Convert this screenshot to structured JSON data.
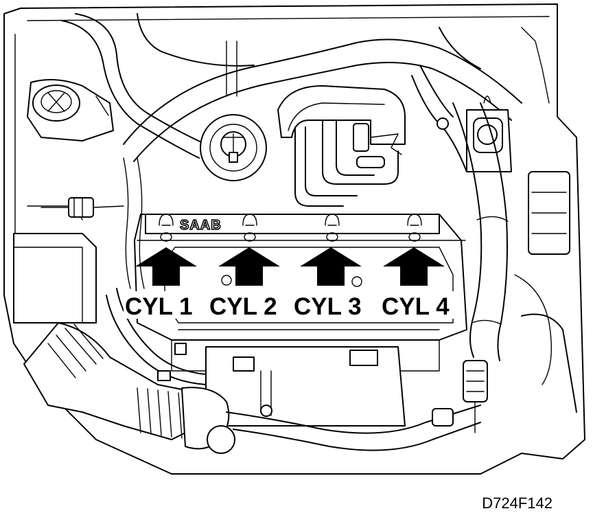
{
  "brand_label": "SAAB",
  "figure_code": "D724F142",
  "cylinders": [
    {
      "label": "CYL 1"
    },
    {
      "label": "CYL 2"
    },
    {
      "label": "CYL 3"
    },
    {
      "label": "CYL 4"
    }
  ],
  "colors": {
    "ink": "#000000",
    "paper": "#ffffff"
  }
}
